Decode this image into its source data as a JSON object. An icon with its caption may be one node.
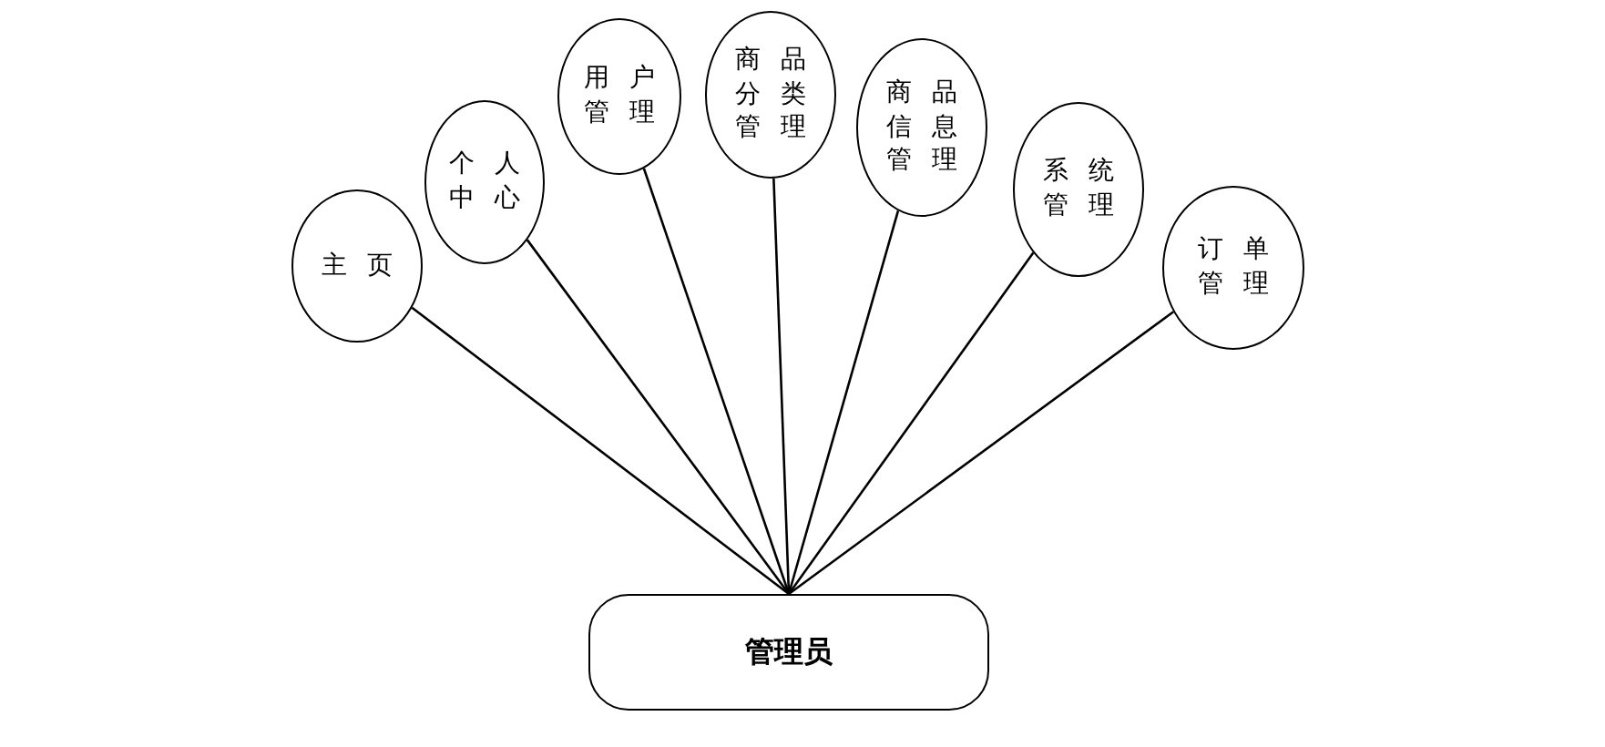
{
  "diagram": {
    "nodes": [
      {
        "text": [
          "主页"
        ]
      },
      {
        "text": [
          "个人中心"
        ]
      },
      {
        "text": [
          "用户管理"
        ]
      },
      {
        "text": [
          "商品分类管理"
        ]
      },
      {
        "text": [
          "商品信息管理"
        ]
      },
      {
        "text": [
          "系统管理"
        ]
      },
      {
        "text": [
          "订单管理"
        ]
      },
      {
        "text": [
          "管理员"
        ]
      }
    ],
    "edges": [
      {
        "from": 7,
        "to": 0,
        "arrow": "none"
      },
      {
        "from": 7,
        "to": 1,
        "arrow": "none"
      },
      {
        "from": 7,
        "to": 2,
        "arrow": "none"
      },
      {
        "from": 7,
        "to": 3,
        "arrow": "none"
      },
      {
        "from": 7,
        "to": 4,
        "arrow": "none"
      },
      {
        "from": 7,
        "to": 5,
        "arrow": "none"
      },
      {
        "from": 7,
        "to": 6,
        "arrow": "none"
      }
    ]
  }
}
